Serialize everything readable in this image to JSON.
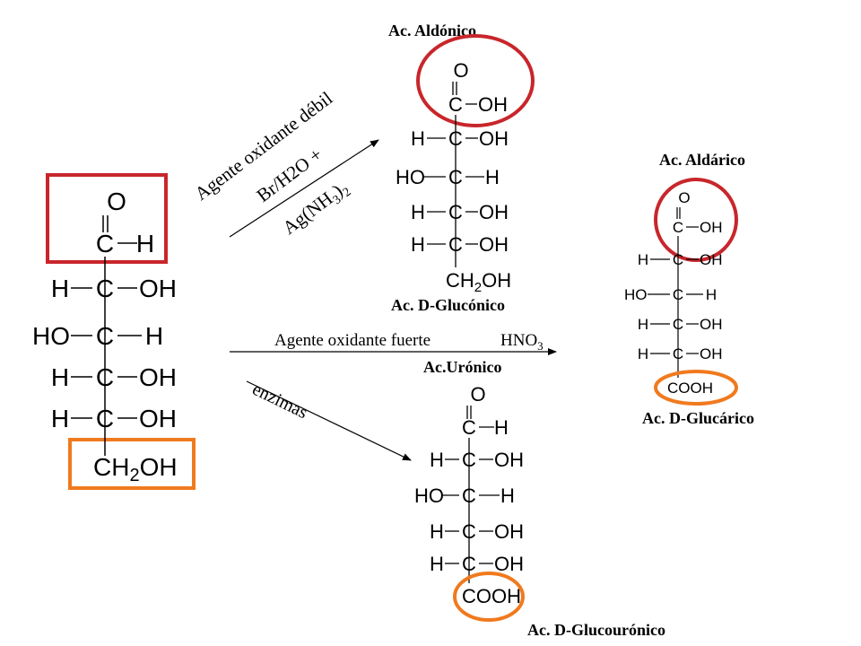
{
  "labels": {
    "aldonic": "Ac. Aldónico",
    "d_gluconic": "Ac. D-Glucónico",
    "aldaric": "Ac. Aldárico",
    "d_glucaric": "Ac. D-Glucárico",
    "uronic": "Ac.Urónico",
    "d_glucuronic": "Ac. D-Glucourónico"
  },
  "reagents": {
    "weak_oxidant": "Agente oxidante débil",
    "br_h2o": "Br/H2O +",
    "ag_nh3_2": "Ag(NH",
    "ag_sub3": "3",
    "ag_close": ")",
    "ag_sub2": "2",
    "strong_oxidant": "Agente oxidante fuerte",
    "hno3": "HNO",
    "hno3_sub": "3",
    "enzymes": "enzimas"
  },
  "glucose": {
    "o": "O",
    "c": "C",
    "h": "H",
    "oh": "OH",
    "ho": "HO",
    "ch2oh_ch": "CH",
    "ch2oh_2": "2",
    "ch2oh_oh": "OH"
  },
  "gluconic": {
    "o": "O",
    "c": "C",
    "h": "H",
    "oh": "OH",
    "ho": "HO",
    "ch2oh_ch": "CH",
    "ch2oh_2": "2",
    "ch2oh_oh": "OH"
  },
  "glucaric": {
    "o": "O",
    "c": "C",
    "h": "H",
    "oh": "OH",
    "ho": "HO",
    "cooh": "COOH"
  },
  "glucuronic": {
    "o": "O",
    "c": "C",
    "h": "H",
    "oh": "OH",
    "ho": "HO",
    "cooh": "COOH"
  },
  "colors": {
    "red": "#c8262b",
    "orange": "#f07a1e",
    "black": "#000000"
  }
}
